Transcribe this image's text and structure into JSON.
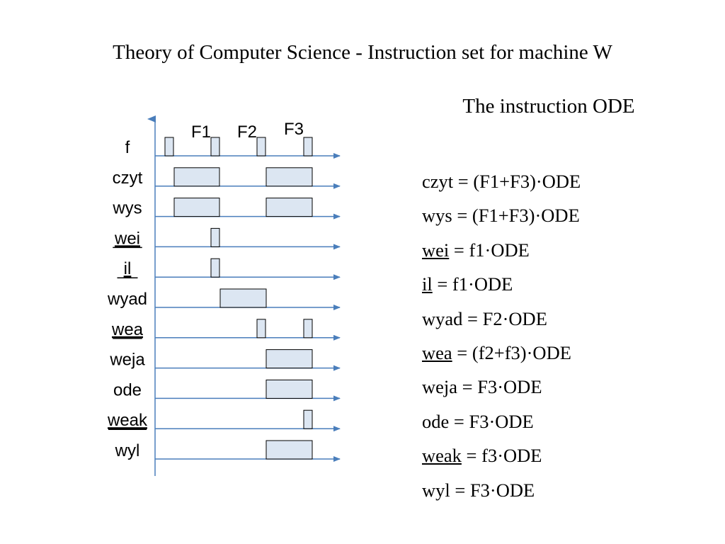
{
  "title": "Theory of Computer Science  - Instruction set for machine W",
  "subtitle": "The instruction ODE",
  "diagram": {
    "phases": [
      "F1",
      "F2",
      "F3"
    ],
    "signals": [
      {
        "name": "f",
        "underlined": false,
        "pulses": [
          [
            "f0",
            "f0"
          ],
          [
            "f1",
            "f1"
          ],
          [
            "f2",
            "f2"
          ],
          [
            "f3",
            "f3"
          ]
        ]
      },
      {
        "name": "czyt",
        "underlined": false,
        "pulses": [
          [
            "F1",
            "F1"
          ],
          [
            "F3",
            "F3"
          ]
        ]
      },
      {
        "name": "wys",
        "underlined": false,
        "pulses": [
          [
            "F1",
            "F1"
          ],
          [
            "F3",
            "F3"
          ]
        ]
      },
      {
        "name": "wei",
        "underlined": true,
        "pulses": [
          [
            "f1",
            "f1"
          ]
        ]
      },
      {
        "name": "il",
        "underlined": true,
        "pulses": [
          [
            "f1",
            "f1"
          ]
        ]
      },
      {
        "name": "wyad",
        "underlined": false,
        "pulses": [
          [
            "F2",
            "F2"
          ]
        ]
      },
      {
        "name": "wea",
        "underlined": true,
        "pulses": [
          [
            "f2",
            "f2"
          ],
          [
            "f3",
            "f3"
          ]
        ]
      },
      {
        "name": "weja",
        "underlined": false,
        "pulses": [
          [
            "F3",
            "F3"
          ]
        ]
      },
      {
        "name": "ode",
        "underlined": false,
        "pulses": [
          [
            "F3",
            "F3"
          ]
        ]
      },
      {
        "name": "weak",
        "underlined": true,
        "pulses": [
          [
            "f3",
            "f3"
          ]
        ]
      },
      {
        "name": "wyl",
        "underlined": false,
        "pulses": [
          [
            "F3",
            "F3"
          ]
        ]
      }
    ]
  },
  "colors": {
    "axis": "#4a7ebb",
    "pulse_fill": "#dce6f2",
    "pulse_stroke": "#000000"
  },
  "equations": [
    {
      "signal": "czyt",
      "underlined": false,
      "rhs": " = (F1+F3)·ODE"
    },
    {
      "signal": "wys",
      "underlined": false,
      "rhs": " = (F1+F3)·ODE"
    },
    {
      "signal": "wei",
      "underlined": true,
      "rhs": " = f1·ODE"
    },
    {
      "signal": "il",
      "underlined": true,
      "rhs": " = f1·ODE"
    },
    {
      "signal": "wyad",
      "underlined": false,
      "rhs": " = F2·ODE"
    },
    {
      "signal": "wea",
      "underlined": true,
      "rhs": " = (f2+f3)·ODE"
    },
    {
      "signal": "weja",
      "underlined": false,
      "rhs": " = F3·ODE"
    },
    {
      "signal": "ode",
      "underlined": false,
      "rhs": " = F3·ODE"
    },
    {
      "signal": "weak",
      "underlined": true,
      "rhs": " = f3·ODE"
    },
    {
      "signal": "wyl",
      "underlined": false,
      "rhs": " = F3·ODE"
    }
  ]
}
